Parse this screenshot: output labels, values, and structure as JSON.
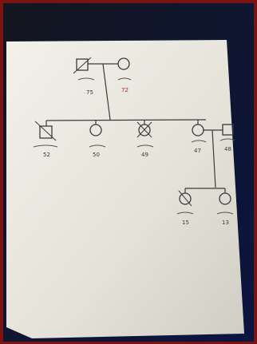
{
  "photo": {
    "frame_color": "#7a1414",
    "background_color": "#0d1020",
    "paper_color": "#e8e6dc",
    "ink_color": "#3a3a3a",
    "red_ink_color": "#b22a2a"
  },
  "pedigree": {
    "generations": [
      {
        "members": [
          {
            "shape": "square",
            "name": "",
            "age": "75"
          },
          {
            "shape": "circle",
            "name": "",
            "age": "72"
          }
        ]
      },
      {
        "members": [
          {
            "shape": "square",
            "name": "",
            "age": "52"
          },
          {
            "shape": "circle",
            "name": "",
            "age": "50"
          },
          {
            "shape": "circle",
            "name": "",
            "age": "49"
          },
          {
            "shape": "circle",
            "name": "",
            "age": "47"
          },
          {
            "shape": "square",
            "name": "",
            "age": "48"
          }
        ]
      },
      {
        "members": [
          {
            "shape": "circle",
            "name": "",
            "age": "15"
          },
          {
            "shape": "circle",
            "name": "",
            "age": "13"
          }
        ]
      }
    ]
  }
}
